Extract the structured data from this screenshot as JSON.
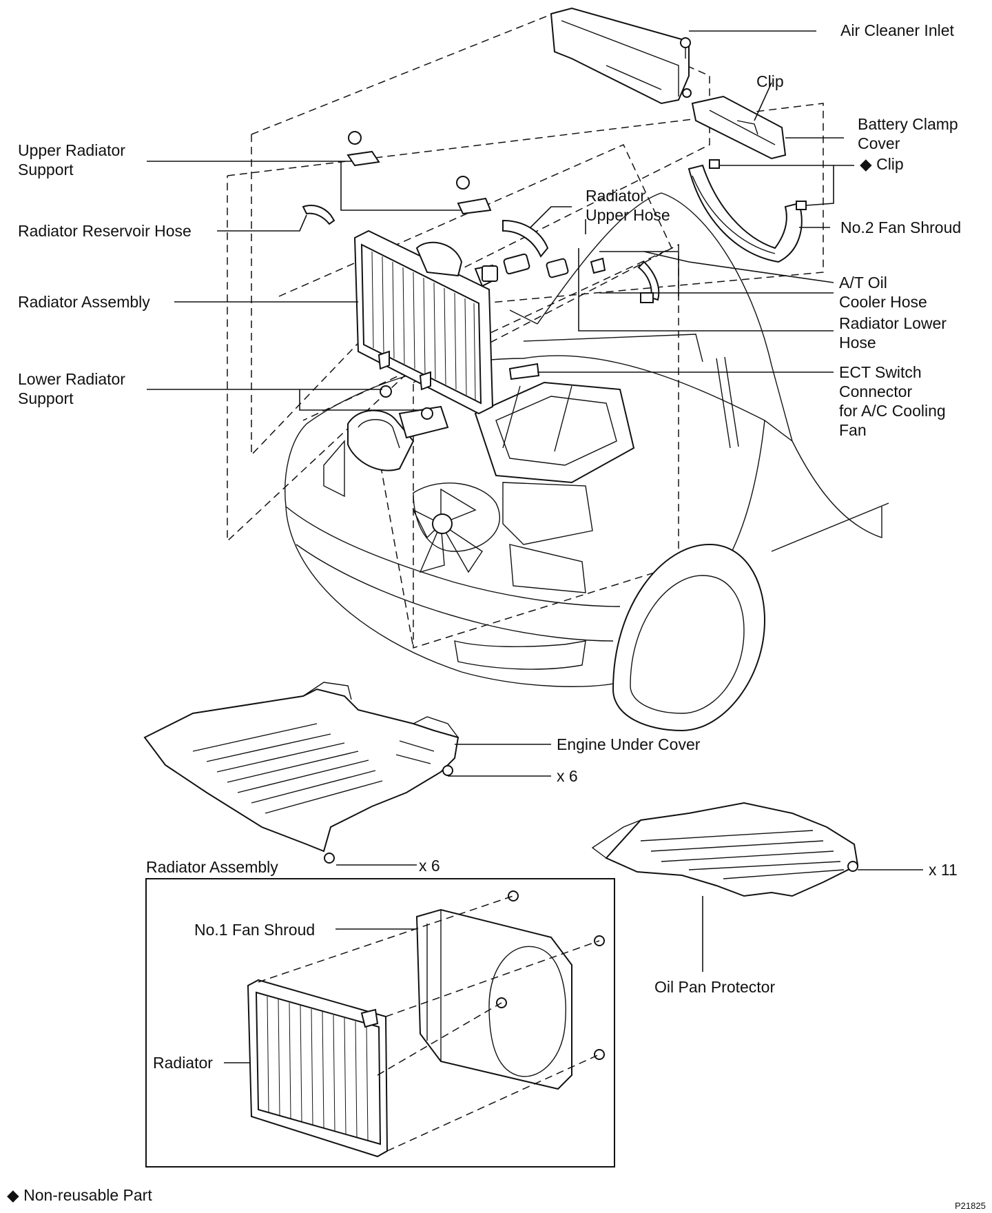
{
  "labels": {
    "air_cleaner_inlet": "Air Cleaner Inlet",
    "clip_top": "Clip",
    "battery_clamp_cover_1": "Battery Clamp",
    "battery_clamp_cover_2": "Cover",
    "clip_nonreusable": "◆ Clip",
    "no2_fan_shroud": "No.2 Fan Shroud",
    "upper_radiator_support_1": "Upper Radiator",
    "upper_radiator_support_2": "Support",
    "radiator_upper_hose_1": "Radiator",
    "radiator_upper_hose_2": "Upper Hose",
    "radiator_reservoir_hose": "Radiator Reservoir Hose",
    "at_oil_cooler_hose_1": "A/T Oil",
    "at_oil_cooler_hose_2": "Cooler Hose",
    "radiator_assembly": "Radiator Assembly",
    "radiator_lower_hose_1": "Radiator Lower",
    "radiator_lower_hose_2": "Hose",
    "lower_radiator_support_1": "Lower Radiator",
    "lower_radiator_support_2": "Support",
    "ect_switch_1": "ECT Switch",
    "ect_switch_2": "Connector",
    "ect_switch_3": "for A/C Cooling",
    "ect_switch_4": "Fan",
    "engine_under_cover": "Engine Under Cover",
    "engine_under_cover_qty": "x 6",
    "oil_pan_protector": "Oil Pan Protector",
    "oil_pan_protector_qty": "x 11",
    "radiator_assembly_inset_title": "Radiator Assembly",
    "radiator_assembly_inset_qty": "x 6",
    "no1_fan_shroud": "No.1 Fan Shroud",
    "radiator": "Radiator",
    "legend_nonreusable": "◆ Non-reusable Part",
    "figure_code": "P21825"
  }
}
